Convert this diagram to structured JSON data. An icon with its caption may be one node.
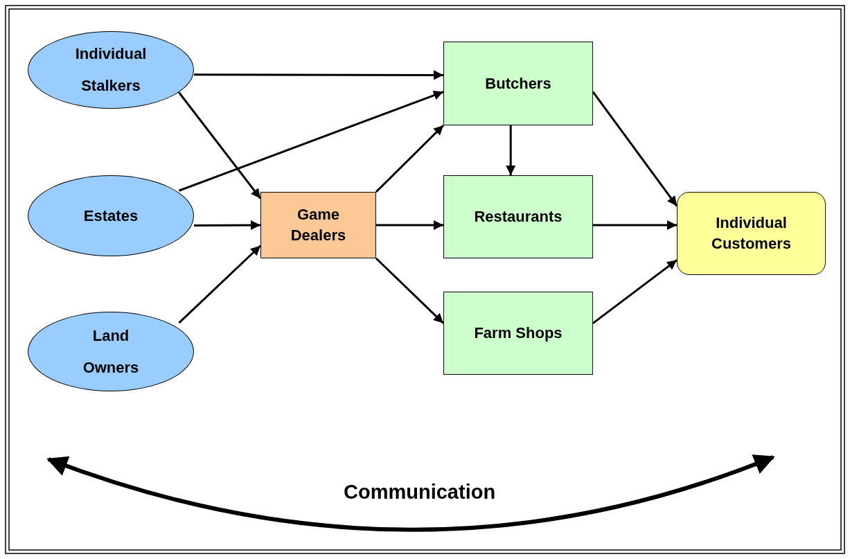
{
  "diagram": {
    "nodes": [
      {
        "text": [
          "Individual Stalkers"
        ]
      },
      {
        "text": [
          "Estates"
        ]
      },
      {
        "text": [
          "Land Owners"
        ]
      },
      {
        "text": [
          "Game Dealers"
        ]
      },
      {
        "text": [
          "Butchers"
        ]
      },
      {
        "text": [
          "Restaurants"
        ]
      },
      {
        "text": [
          "Farm Shops"
        ]
      },
      {
        "text": [
          "Individual Customers"
        ]
      }
    ],
    "edges": [
      {
        "from": 0,
        "to": 4,
        "arrow": "to"
      },
      {
        "from": 0,
        "to": 3,
        "arrow": "to"
      },
      {
        "from": 1,
        "to": 4,
        "arrow": "to"
      },
      {
        "from": 1,
        "to": 3,
        "arrow": "to"
      },
      {
        "from": 2,
        "to": 3,
        "arrow": "to"
      },
      {
        "from": 3,
        "to": 4,
        "arrow": "to"
      },
      {
        "from": 3,
        "to": 5,
        "arrow": "to"
      },
      {
        "from": 3,
        "to": 6,
        "arrow": "to"
      },
      {
        "from": 4,
        "to": 5,
        "arrow": "to"
      },
      {
        "from": 4,
        "to": 7,
        "arrow": "to"
      },
      {
        "from": 5,
        "to": 7,
        "arrow": "to"
      },
      {
        "from": 6,
        "to": 7,
        "arrow": "to"
      }
    ],
    "labels": [
      "Communication"
    ]
  }
}
